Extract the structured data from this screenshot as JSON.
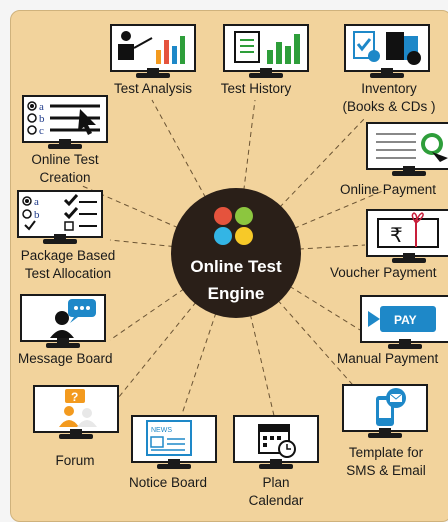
{
  "center": {
    "line1": "Online Test",
    "line2": "Engine"
  },
  "nodes": {
    "test_analysis": "Test Analysis",
    "test_history": "Test History",
    "inventory": [
      "Inventory",
      "(Books & CDs )"
    ],
    "online_test_creation": [
      "Online Test",
      "Creation"
    ],
    "online_payment": "Online Payment",
    "package_based": [
      "Package Based",
      "Test Allocation"
    ],
    "voucher_payment": "Voucher Payment",
    "message_board": "Message Board",
    "manual_payment": "Manual Payment",
    "forum": "Forum",
    "notice_board": "Notice Board",
    "plan_calendar": [
      "Plan",
      "Calendar"
    ],
    "template": [
      "Template for",
      "SMS & Email"
    ]
  },
  "icons": {
    "quiz_options": [
      "a",
      "b",
      "c"
    ],
    "package_options": [
      "a",
      "b"
    ],
    "currency": "₹",
    "pay": "PAY",
    "news": "NEWS",
    "question": "?"
  },
  "colors": {
    "panel": "#f2d39c",
    "hub": "#2a1f18",
    "accent_blue": "#1e88c8",
    "accent_green": "#2e9e3a",
    "accent_orange": "#f39a1e"
  }
}
